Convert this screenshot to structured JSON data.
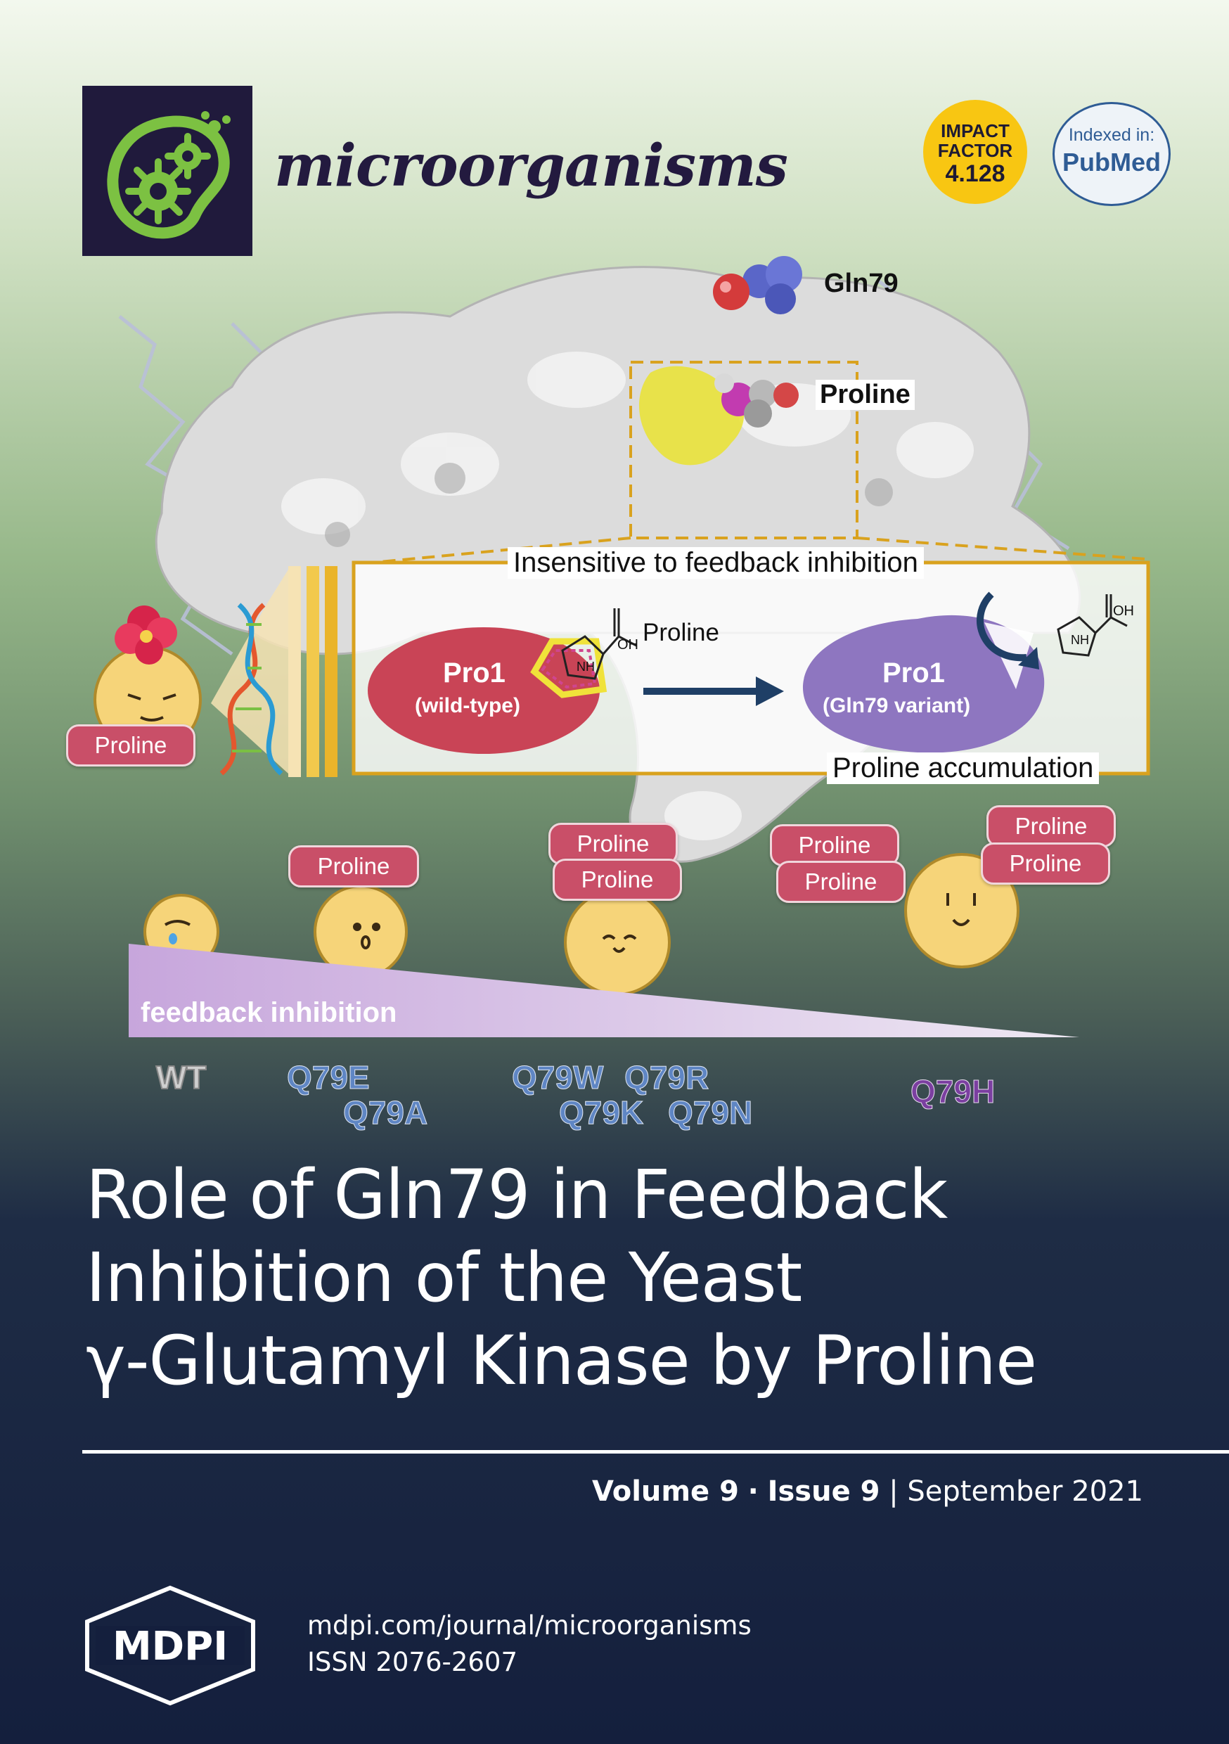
{
  "journal": {
    "name": "microorganisms"
  },
  "badges": {
    "impact_line1": "IMPACT",
    "impact_line2": "FACTOR",
    "impact_value": "4.128",
    "indexed_label": "Indexed in:",
    "indexed_db": "PubMed"
  },
  "figure": {
    "residue_label": "Gln79",
    "ligand_label": "Proline",
    "box_title": "Insensitive to feedback inhibition",
    "wild_type_name": "Pro1",
    "wild_type_sub": "(wild-type)",
    "variant_name": "Pro1",
    "variant_sub": "(Gln79 variant)",
    "proline_label": "Proline",
    "oh_label": "OH",
    "nh_label": "NH",
    "accumulation_label": "Proline accumulation",
    "gradient_label": "feedback inhibition",
    "tag_text": "Proline",
    "mutants": {
      "wt": "WT",
      "q79e": "Q79E",
      "q79a": "Q79A",
      "q79w": "Q79W",
      "q79r": "Q79R",
      "q79k": "Q79K",
      "q79n": "Q79N",
      "q79h": "Q79H"
    },
    "colors": {
      "wild_type": "#c94456",
      "variant": "#8e76c0",
      "gold": "#d9a21e",
      "yellow_site": "#e9e23a",
      "q79h": "#7b3fa0",
      "blue_mutants": "#5f86c4"
    }
  },
  "title": {
    "line1": "Role of Gln79 in Feedback",
    "line2": "Inhibition of the Yeast",
    "line3": "γ-Glutamyl Kinase by Proline"
  },
  "issue": {
    "volume": "Volume 9",
    "separator": "·",
    "issue": "Issue 9",
    "divider": "|",
    "date": "September 2021"
  },
  "publisher": {
    "logo_text": "MDPI",
    "url": "mdpi.com/journal/microorganisms",
    "issn": "ISSN 2076-2607"
  }
}
